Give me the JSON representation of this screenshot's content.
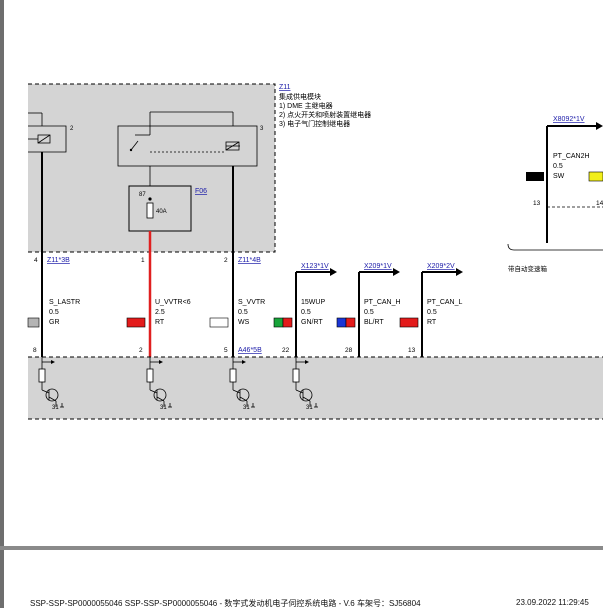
{
  "module": {
    "ref": "Z11",
    "title": "集成供电模块",
    "items": [
      "1)   DME 主继电器",
      "2)   点火开关和喷射装置继电器",
      "3)   电子气门控制继电器"
    ]
  },
  "relay_pins": {
    "left": "2",
    "right": "3"
  },
  "fuse": {
    "ref": "F06",
    "pin": "87",
    "rating": "40A"
  },
  "side_component": {
    "connector": "X8092*1V",
    "signal": "PT_CAN2H",
    "size": "0.5",
    "color": "SW",
    "pin": "13",
    "pin_right": "14",
    "note": "带自动变速箱"
  },
  "wires": [
    {
      "top_pin": "4",
      "top_conn": "Z11*3B",
      "signal": "S_LASTR",
      "size": "0.5",
      "color": "GR",
      "bottom_pin": "8",
      "bottom_conn": ""
    },
    {
      "top_pin": "1",
      "top_conn": "",
      "signal": "U_VVTR<6",
      "size": "2.5",
      "color": "RT",
      "bottom_pin": "2",
      "bottom_conn": ""
    },
    {
      "top_pin": "2",
      "top_conn": "Z11*4B",
      "signal": "S_VVTR",
      "size": "0.5",
      "color": "WS",
      "bottom_pin": "5",
      "bottom_conn": "A46*5B"
    },
    {
      "top_pin": "",
      "top_conn": "X123*1V",
      "signal": "15WUP",
      "size": "0.5",
      "color": "GN/RT",
      "bottom_pin": "22",
      "bottom_conn": ""
    },
    {
      "top_pin": "",
      "top_conn": "X209*1V",
      "signal": "PT_CAN_H",
      "size": "0.5",
      "color": "BL/RT",
      "bottom_pin": "28",
      "bottom_conn": ""
    },
    {
      "top_pin": "",
      "top_conn": "X209*2V",
      "signal": "PT_CAN_L",
      "size": "0.5",
      "color": "RT",
      "bottom_pin": "13",
      "bottom_conn": ""
    }
  ],
  "ground_labels": [
    "31",
    "31",
    "31",
    "31"
  ],
  "footer": {
    "text": "SSP-SSP-SP0000055046 SSP-SSP-SP0000055046 - 数字式发动机电子伺控系统电路 - V.6  车架号：SJ56804",
    "date": "23.09.2022  11:29:45"
  },
  "colors": {
    "module_fill": "#d4d4d4",
    "ecu_fill": "#d4d4d4",
    "wire_red": "#e02020",
    "wire_black": "#000000",
    "link": "#1a1aa8",
    "swatch_grey": "#b4b4b4",
    "swatch_red": "#e31b1b",
    "swatch_white": "#ffffff",
    "swatch_green": "#18a43a",
    "swatch_blue": "#1b35d6",
    "swatch_black": "#000000",
    "swatch_yellow": "#f2ef1a"
  }
}
